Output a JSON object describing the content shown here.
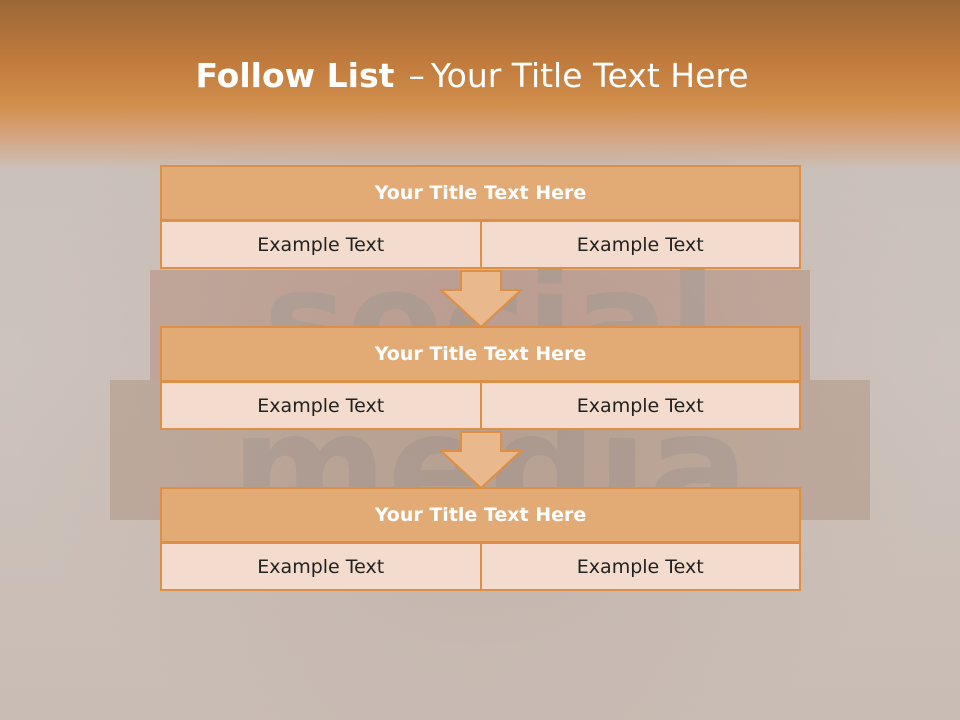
{
  "title": {
    "bold": "Follow List",
    "dash": "–",
    "rest": "Your Title Text Here"
  },
  "blocks": [
    {
      "heading": "Your Title Text Here",
      "left": "Example Text",
      "right": "Example Text"
    },
    {
      "heading": "Your Title Text Here",
      "left": "Example Text",
      "right": "Example Text"
    },
    {
      "heading": "Your Title Text Here",
      "left": "Example Text",
      "right": "Example Text"
    }
  ],
  "colors": {
    "header_orange": "#d18e4c",
    "box_fill": "#e2aa74",
    "cell_fill": "#f3dccd",
    "border": "#dc8f45",
    "arrow_fill": "#e9b88c"
  },
  "background_image": {
    "words": [
      "social",
      "media"
    ]
  }
}
